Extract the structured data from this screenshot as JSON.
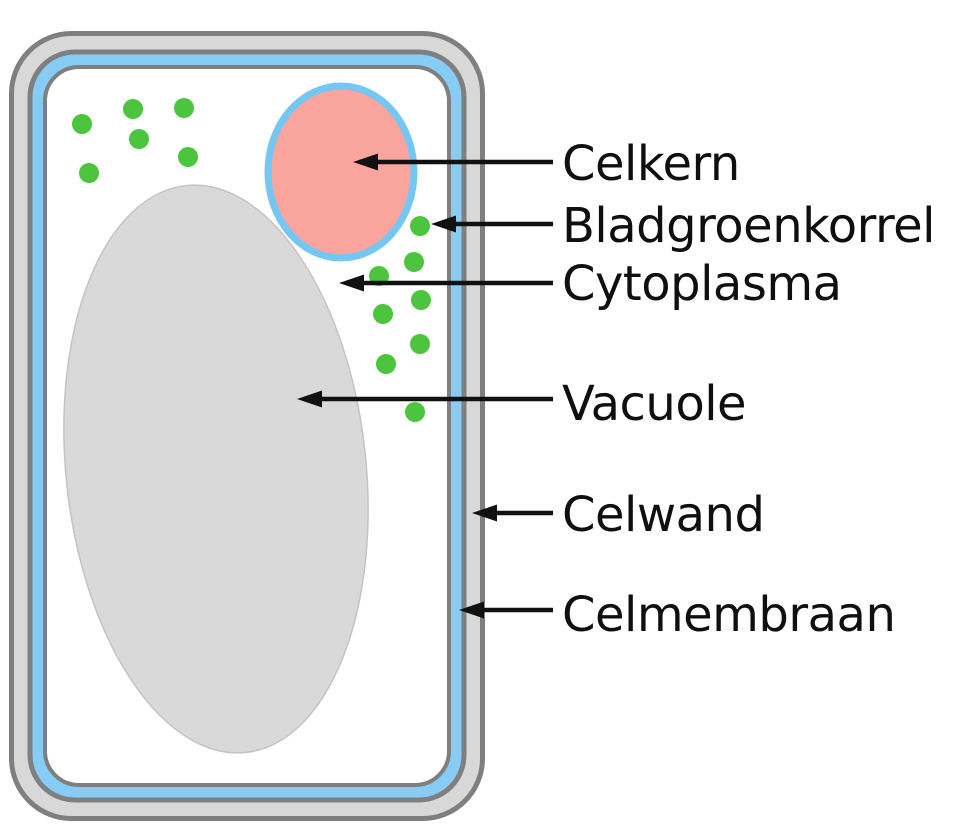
{
  "diagram": {
    "labels": {
      "celkern": "Celkern",
      "bladgroenkorrel": "Bladgroenkorrel",
      "cytoplasma": "Cytoplasma",
      "vacuole": "Vacuole",
      "celwand": "Celwand",
      "celmembraan": "Celmembraan"
    },
    "colors": {
      "background": "#ffffff",
      "outline": "#7f7f7f",
      "cell_wall": "#d8d8d8",
      "cell_membrane": "#86ccf4",
      "cytoplasm": "#ffffff",
      "nucleus_fill": "#f9a49c",
      "nucleus_border": "#74c7f2",
      "chloroplast": "#4cc43e",
      "vacuole_fill": "#d9d9d9",
      "vacuole_border": "#c4c4c4",
      "arrow": "#111111",
      "label_text": "#0f0f0f"
    }
  }
}
